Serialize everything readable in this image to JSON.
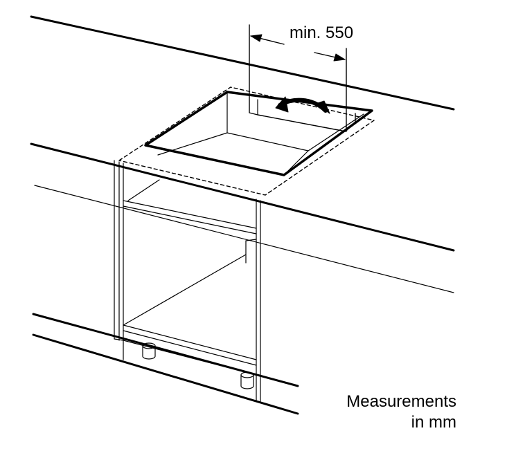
{
  "dimension": {
    "label": "min. 550"
  },
  "note": {
    "line1": "Measurements",
    "line2": "in mm"
  },
  "colors": {
    "ink": "#000000",
    "background": "#ffffff"
  }
}
